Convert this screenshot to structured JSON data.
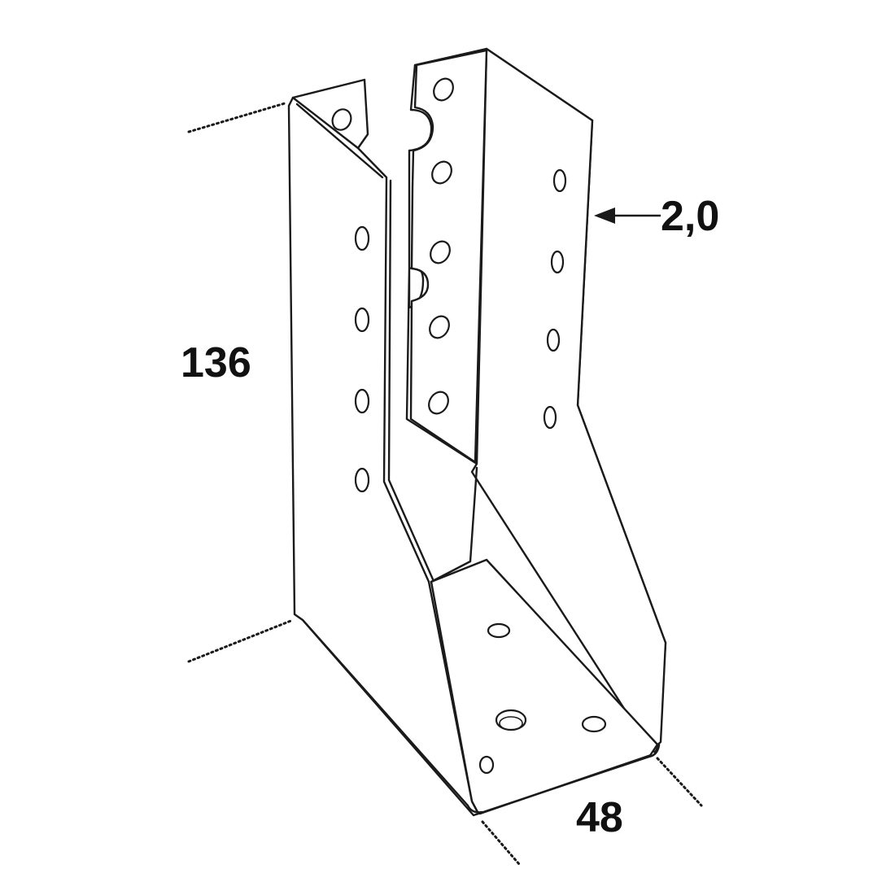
{
  "dimensions": {
    "height_label": "136",
    "width_label": "48",
    "thickness_label": "2,0"
  },
  "part": {
    "type": "joist hanger",
    "colors": {
      "line": "#1a1a1a",
      "fill": "#ffffff"
    }
  }
}
